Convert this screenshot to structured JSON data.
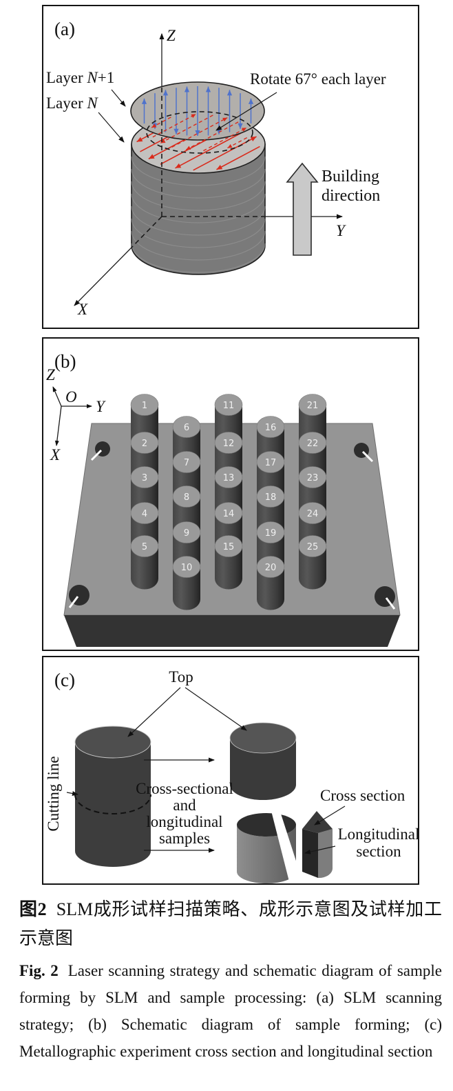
{
  "colors": {
    "scan_red": "#d92b1c",
    "scan_blue": "#4f72cc",
    "metal_light": "#c3c1bf",
    "metal_float": "#b2afab",
    "metal_mid": "#7a7a7a",
    "layer_line": "#9a9a9a",
    "arrow_fill": "#c9c9c9",
    "plate_top": "#959595",
    "plate_front": "#333333",
    "cyl_top": "#9a9a9a",
    "c_body_dark": "#3d3d3d"
  },
  "panel_a": {
    "tag": "(a)",
    "layer_n1": {
      "pre": "Layer ",
      "var": "N",
      "post": "+1"
    },
    "layer_n": {
      "pre": "Layer ",
      "var": "N"
    },
    "rotate_label": "Rotate 67° each layer",
    "building_label_1": "Building",
    "building_label_2": "direction",
    "axes": {
      "x": "X",
      "y": "Y",
      "z": "Z"
    }
  },
  "panel_b": {
    "tag": "(b)",
    "axes": {
      "o": "O",
      "x": "X",
      "y": "Y",
      "z": "Z"
    },
    "sample_columns": [
      [
        1,
        2,
        3,
        4,
        5
      ],
      [
        6,
        7,
        8,
        9,
        10
      ],
      [
        11,
        12,
        13,
        14,
        15
      ],
      [
        16,
        17,
        18,
        19,
        20
      ],
      [
        21,
        22,
        23,
        24,
        25
      ]
    ]
  },
  "panel_c": {
    "tag": "(c)",
    "top_label": "Top",
    "cutting_line_label": "Cutting line",
    "process_label_lines": [
      "Cross-sectional",
      "and",
      "longitudinal",
      "samples"
    ],
    "cross_section_label": "Cross section",
    "longitudinal_label_lines": [
      "Longitudinal",
      "section"
    ]
  },
  "caption": {
    "zh_prefix": "图2",
    "zh_text": "SLM成形试样扫描策略、成形示意图及试样加工示意图",
    "en_prefix": "Fig. 2",
    "en_text": "Laser scanning strategy and schematic diagram of sample forming by SLM and sample processing: (a) SLM scanning strategy; (b) Schematic diagram of sample forming; (c) Metallographic experiment cross section and longitudinal section"
  }
}
